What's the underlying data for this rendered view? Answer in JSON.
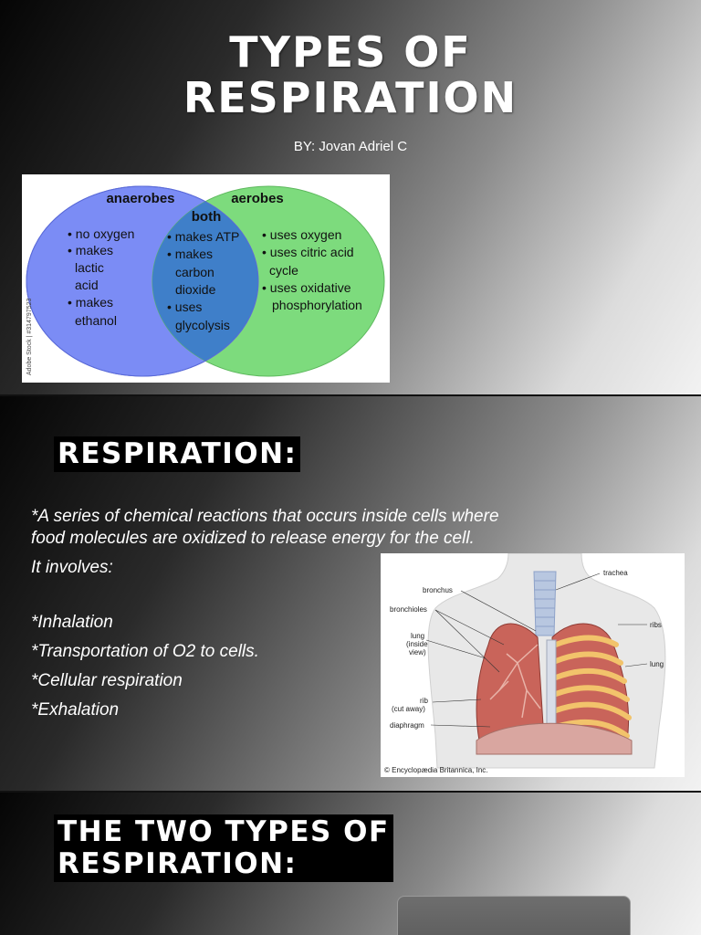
{
  "slide1": {
    "title_line1": "TYPES OF",
    "title_line2": "RESPIRATION",
    "byline": "BY: Jovan Adriel C",
    "venn": {
      "left_title": "anaerobes",
      "right_title": "aerobes",
      "center_title": "both",
      "left_items": [
        "• no oxygen",
        "• makes",
        "lactic",
        "acid",
        "• makes",
        "ethanol"
      ],
      "center_items": [
        "• makes ATP",
        "• makes",
        "carbon",
        "dioxide",
        "• uses",
        "glycolysis"
      ],
      "right_items": [
        "• uses oxygen",
        "• uses citric acid",
        "cycle",
        "• uses oxidative",
        "phosphorylation"
      ],
      "watermark": "Adobe Stock | #314797523",
      "colors": {
        "left": "#7b8cf5",
        "right": "#7ddb7d",
        "overlap": "#3f7fc9"
      }
    }
  },
  "slide2": {
    "heading": "RESPIRATION:",
    "definition_line1": "*A series of chemical reactions that occurs inside cells where",
    "definition_line2": "food molecules are oxidized to release energy for the cell.",
    "involves": "It involves:",
    "items": [
      "*Inhalation",
      "*Transportation of O2 to cells.",
      "*Cellular respiration",
      "*Exhalation"
    ],
    "diagram_labels": {
      "trachea": "trachea",
      "bronchus": "bronchus",
      "bronchioles": "bronchioles",
      "lung_inside_1": "lung",
      "lung_inside_2": "(inside",
      "lung_inside_3": "view)",
      "ribs": "ribs",
      "lung": "lung",
      "rib_1": "rib",
      "rib_2": "(cut away)",
      "diaphragm": "diaphragm",
      "credit": "© Encyclopædia Britannica, Inc."
    }
  },
  "slide3": {
    "heading_line1": "THE TWO TYPES OF",
    "heading_line2": "RESPIRATION:"
  }
}
